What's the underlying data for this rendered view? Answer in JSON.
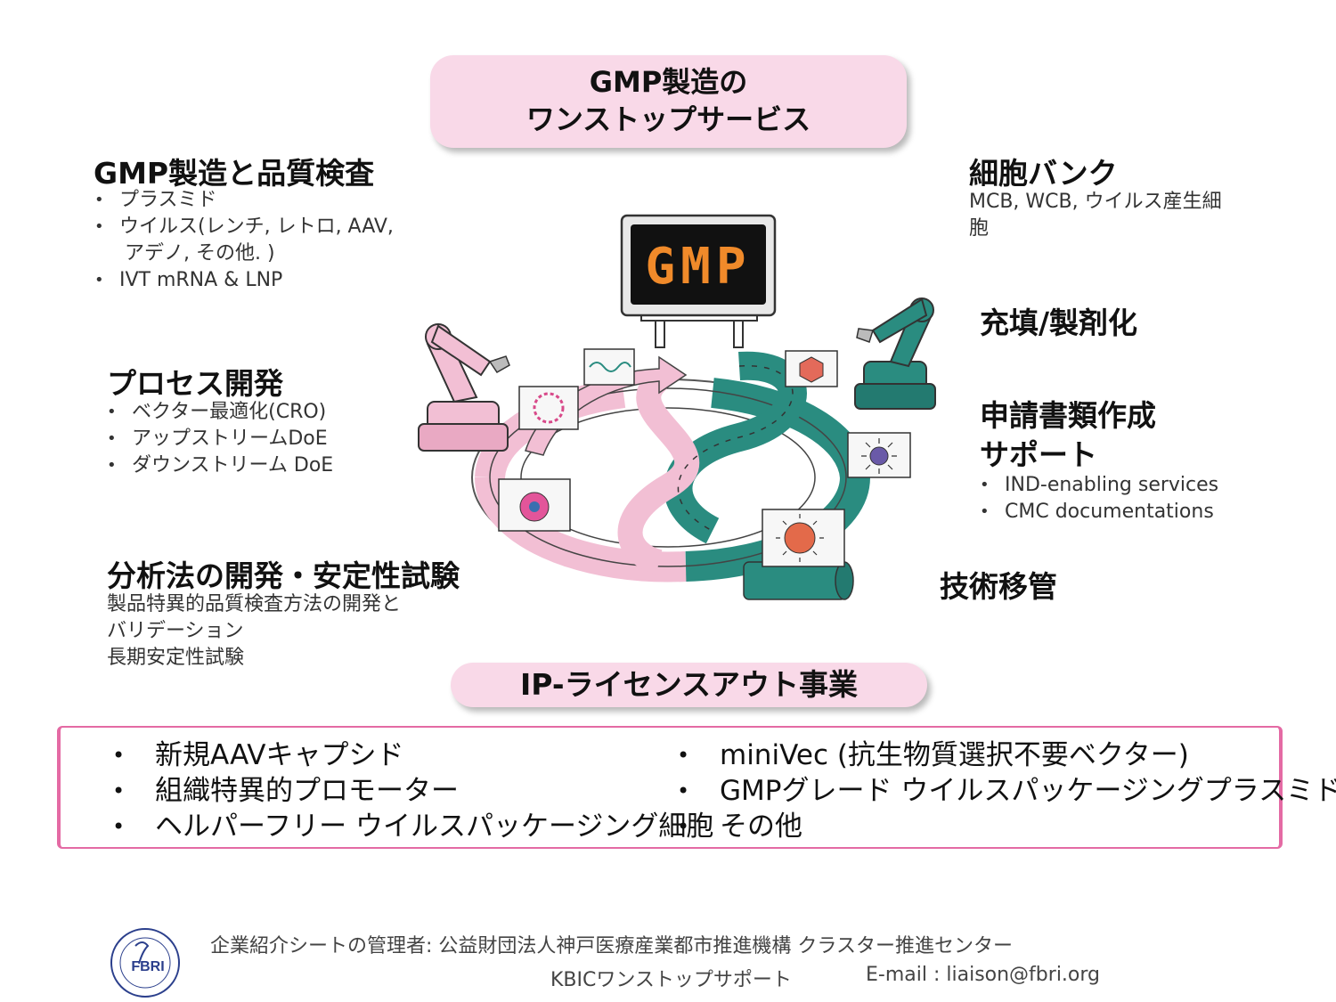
{
  "banner": {
    "line1": "GMP製造の",
    "line2": "ワンストップサービス"
  },
  "monitor": {
    "text": "GMP"
  },
  "gmp_manufacturing": {
    "title": "GMP製造と品質検査",
    "items": [
      "プラスミド",
      "ウイルス(レンチ, レトロ, AAV,",
      "IVT mRNA & LNP"
    ],
    "item2_cont": "アデノ, その他. )"
  },
  "process_dev": {
    "title": "プロセス開発",
    "items": [
      "ベクター最適化(CRO)",
      "アップストリームDoE",
      "ダウンストリーム DoE"
    ]
  },
  "analytics": {
    "title": "分析法の開発・安定性試験",
    "lines": [
      "製品特異的品質検査方法の開発と",
      "バリデーション",
      "長期安定性試験"
    ]
  },
  "cell_bank": {
    "title": "細胞バンク",
    "lines": [
      "MCB, WCB, ウイルス産生細",
      "胞"
    ]
  },
  "fill_finish": {
    "title": "充填/製剤化"
  },
  "regulatory": {
    "title_line1": "申請書類作成",
    "title_line2": "サポート",
    "items": [
      "IND-enabling services",
      "CMC documentations"
    ]
  },
  "tech_transfer": {
    "title": "技術移管"
  },
  "ip_banner": {
    "title": "IP-ライセンスアウト事業"
  },
  "ip_list": {
    "left": [
      "新規AAVキャプシド",
      "組織特異的プロモーター",
      "ヘルパーフリー ウイルスパッケージング細胞"
    ],
    "right": [
      "miniVec (抗生物質選択不要ベクター)",
      "GMPグレード ウイルスパッケージングプラスミド",
      "その他"
    ]
  },
  "footer": {
    "logo_text": "FBRI",
    "line1": "企業紹介シートの管理者: 公益財団法人神戸医療産業都市推進機構 クラスター推進センター",
    "line2_left": "KBICワンストップサポート",
    "line2_right": "E-mail : liaison@fbri.org"
  },
  "colors": {
    "pink": "#f9d9e8",
    "pink_border": "#e46aa4",
    "teal": "#2a8c80",
    "ribbon_pink": "#f2bfd4",
    "led_orange": "#f08a2a"
  }
}
